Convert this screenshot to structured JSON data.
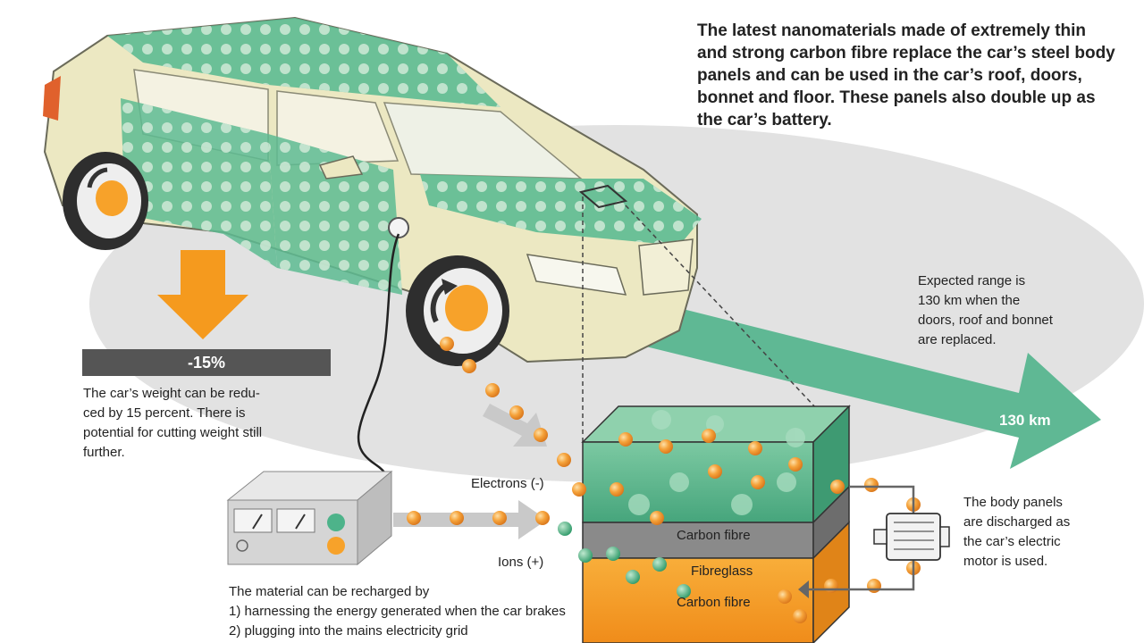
{
  "intro_text": "The latest nanomaterials made of extremely thin and strong carbon fibre replace the car’s steel body panels and can be used in the car’s roof, doors, bonnet and floor. These panels also double up as the car’s battery.",
  "range": {
    "lines": [
      "Expected range is",
      "130 km when the",
      "doors, roof and bonnet",
      "are replaced."
    ],
    "badge": "130 km"
  },
  "weight": {
    "badge": "-15%",
    "lines": [
      "The car’s weight can be redu-",
      "ced by 15 percent. There is",
      "potential for cutting weight still",
      "further."
    ]
  },
  "flow_labels": {
    "electrons": "Electrons (-)",
    "ions": "Ions (+)"
  },
  "battery_layers": {
    "top": "Carbon fibre",
    "middle": "Fibreglass",
    "bottom": "Carbon fibre"
  },
  "discharge": {
    "lines": [
      "The body panels",
      "are discharged as",
      "the car’s electric",
      "motor is used."
    ]
  },
  "recharge": {
    "lines": [
      "The material can be recharged by",
      "1) harnessing the energy generated when the car brakes",
      "2) plugging into the mains electricity grid"
    ]
  },
  "colors": {
    "panel_green": "#4db38a",
    "car_body": "#ece8c2",
    "orange": "#f7a22a",
    "range_arrow": "#5fb894",
    "ground_ellipse": "#dedede",
    "badge_grey": "#555555"
  },
  "icons": [
    "down-arrow-icon",
    "charger-box-icon",
    "electric-motor-icon",
    "wheel-rotation-icon"
  ]
}
